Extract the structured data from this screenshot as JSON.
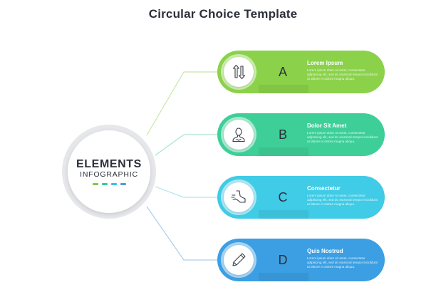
{
  "title": "Circular Choice Template",
  "hub": {
    "title": "ELEMENTS",
    "subtitle": "INFOGRAPHIC",
    "dash_colors": [
      "#7dcd3a",
      "#3fc896",
      "#3cbfe0",
      "#4a9fe0"
    ]
  },
  "options": [
    {
      "letter": "A",
      "label": "Lorem Ipsum",
      "body": "Lorem ipsum dolor sit amet, consectetur adipiscing elit, sed do eiusmod tempor incididunt ut labore et dolore magna aliqua.",
      "icon": "arrows-up-down-icon",
      "color": "#8bd24a"
    },
    {
      "letter": "B",
      "label": "Dolor Sit Amet",
      "body": "Lorem ipsum dolor sit amet, consectetur adipiscing elit, sed do eiusmod tempor incididunt ut labore et dolore magna aliqua.",
      "icon": "person-icon",
      "color": "#3ecf98"
    },
    {
      "letter": "C",
      "label": "Consectetur",
      "body": "Lorem ipsum dolor sit amet, consectetur adipiscing elit, sed do eiusmod tempor incididunt ut labore et dolore magna aliqua.",
      "icon": "running-foot-icon",
      "color": "#40cbe6"
    },
    {
      "letter": "D",
      "label": "Quis Nostrud",
      "body": "Lorem ipsum dolor sit amet, consectetur adipiscing elit, sed do eiusmod tempor incididunt ut labore et dolore magna aliqua.",
      "icon": "pencil-icon",
      "color": "#3c9fe3"
    }
  ]
}
